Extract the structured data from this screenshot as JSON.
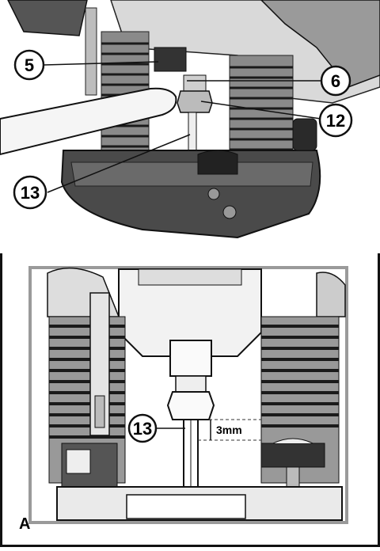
{
  "top_figure": {
    "callouts": [
      {
        "id": "callout-5",
        "label": "5"
      },
      {
        "id": "callout-6",
        "label": "6"
      },
      {
        "id": "callout-12",
        "label": "12"
      },
      {
        "id": "callout-13-top",
        "label": "13"
      }
    ]
  },
  "detail_figure": {
    "callout_13": "13",
    "dimension_label": "3mm",
    "figure_letter": "A"
  }
}
